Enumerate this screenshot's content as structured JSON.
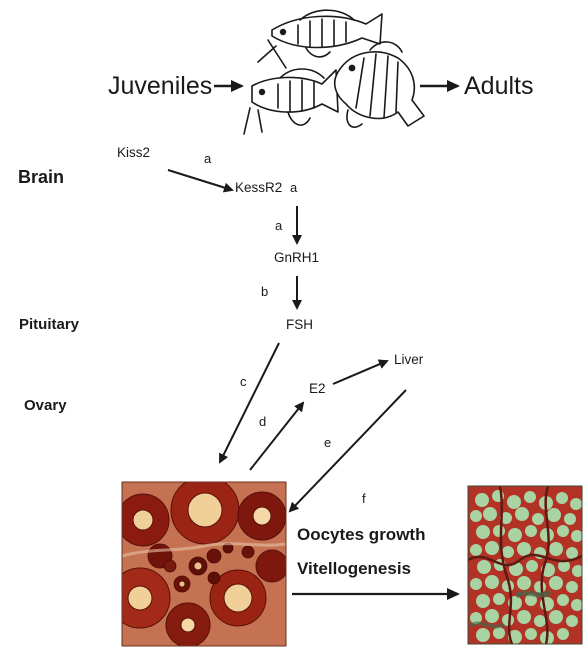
{
  "stages": {
    "juveniles": "Juveniles",
    "adults": "Adults"
  },
  "regions": {
    "brain": "Brain",
    "pituitary": "Pituitary",
    "ovary": "Ovary"
  },
  "nodes": {
    "kiss2": "Kiss2",
    "kessr2": "KessR2",
    "gnrh1": "GnRH1",
    "fsh": "FSH",
    "e2": "E2",
    "liver": "Liver"
  },
  "step_labels": {
    "a1": "a",
    "a2": "a",
    "a3": "a",
    "b": "b",
    "c": "c",
    "d": "d",
    "e": "e",
    "f": "f"
  },
  "process": {
    "line1": "Oocytes growth",
    "line2": "Vitellogenesis"
  },
  "colors": {
    "oocyte_dark": "#8b1a10",
    "oocyte_cream": "#f1cf98",
    "tissue_green": "#a9d3a2",
    "tissue_red": "#c03024"
  },
  "icons": [
    "fish-illustration",
    "oocyte-histology-image",
    "vitellogenesis-histology-image"
  ]
}
